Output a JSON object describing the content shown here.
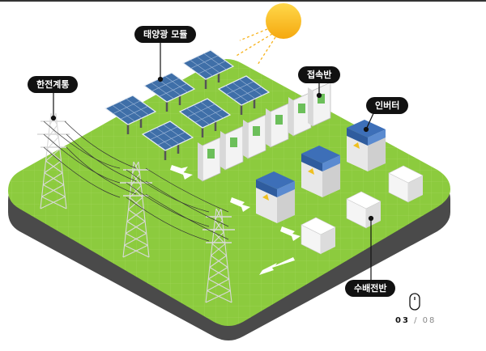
{
  "labels": {
    "solar_module": "태양광 모듈",
    "grid": "한전계통",
    "junction_box": "접속반",
    "inverter": "인버터",
    "switchgear": "수배전반"
  },
  "pager": {
    "current": "03",
    "separator": "/",
    "total": "08"
  },
  "icons": {
    "scroll": "mouse-scroll-icon",
    "sun": "sun-icon"
  },
  "colors": {
    "grass": "#8ccb3e",
    "grass_dark": "#6fae2c",
    "base": "#4a4a4a",
    "panel": "#3f6fa8",
    "inverter": "#3d6fb8",
    "sun": "#f8c21a",
    "label_bg": "#111111"
  }
}
